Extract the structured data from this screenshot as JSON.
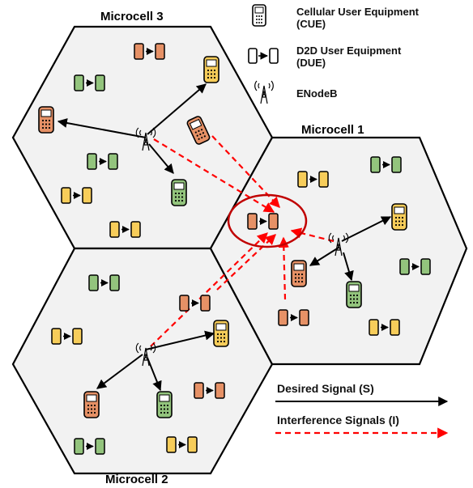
{
  "cells": {
    "cell3_title": "Microcell 3",
    "cell1_title": "Microcell 1",
    "cell2_title": "Microcell 2"
  },
  "legend": {
    "cue_line1": "Cellular User Equipment",
    "cue_line2": "(CUE)",
    "due_line1": "D2D User Equipment",
    "due_line2": "(DUE)",
    "enodeb": "ENodeB",
    "desired_signal": "Desired Signal (S)",
    "interference_signals": "Interference Signals (I)"
  },
  "colors": {
    "green": "#93c47d",
    "orange": "#e69166",
    "yellow": "#f7cd5a",
    "desired_line": "#000000",
    "interference_line": "#ff0000",
    "victim_circle": "#c00000"
  }
}
